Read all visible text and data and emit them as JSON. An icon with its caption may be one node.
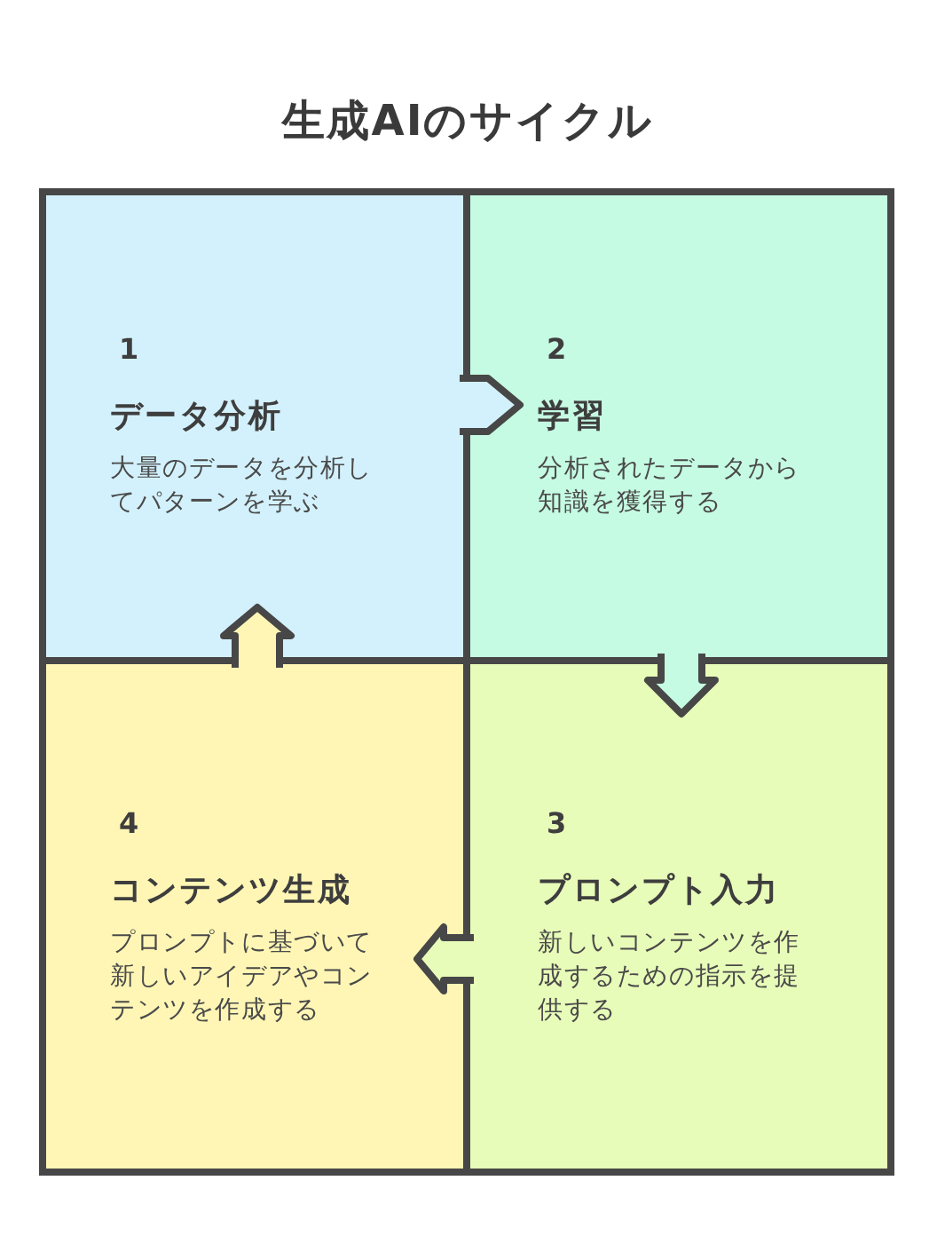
{
  "diagram": {
    "title": "生成AIのサイクル",
    "nodes": [
      {
        "text": [
          "1",
          "データ分析",
          "大量のデータを分析してパターンを学ぶ"
        ]
      },
      {
        "text": [
          "2",
          "学習",
          "分析されたデータから知識を獲得する"
        ]
      },
      {
        "text": [
          "3",
          "プロンプト入力",
          "新しいコンテンツを作成するための指示を提供する"
        ]
      },
      {
        "text": [
          "4",
          "コンテンツ生成",
          "プロンプトに基づいて新しいアイデアやコンテンツを作成する"
        ]
      }
    ],
    "edges": [
      {
        "from": 0,
        "to": 1,
        "arrow": "to"
      },
      {
        "from": 1,
        "to": 2,
        "arrow": "to"
      },
      {
        "from": 2,
        "to": 3,
        "arrow": "to"
      },
      {
        "from": 3,
        "to": 0,
        "arrow": "to"
      }
    ]
  }
}
